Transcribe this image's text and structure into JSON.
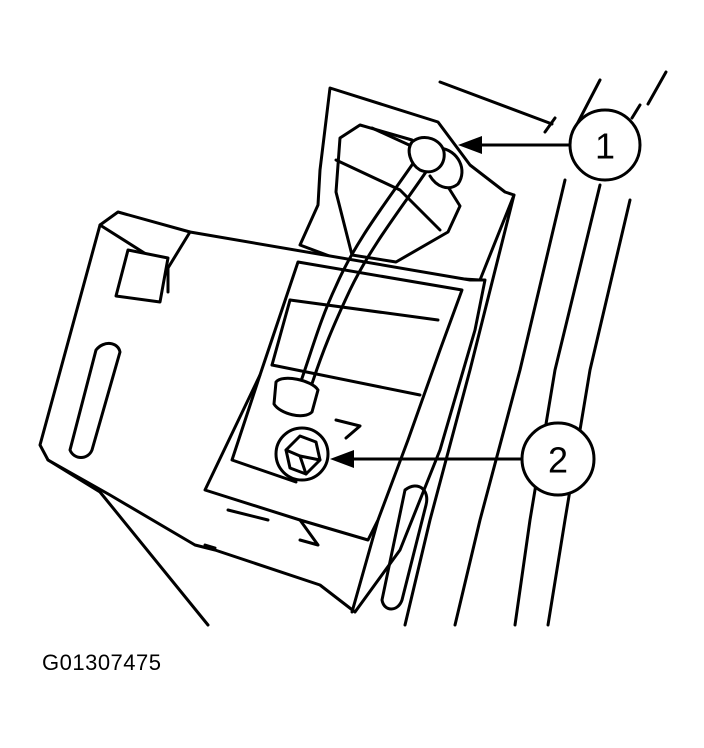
{
  "figure": {
    "code": "G01307475",
    "callouts": [
      {
        "number": "1"
      },
      {
        "number": "2"
      }
    ]
  },
  "colors": {
    "line": "#000000",
    "background": "#ffffff"
  }
}
